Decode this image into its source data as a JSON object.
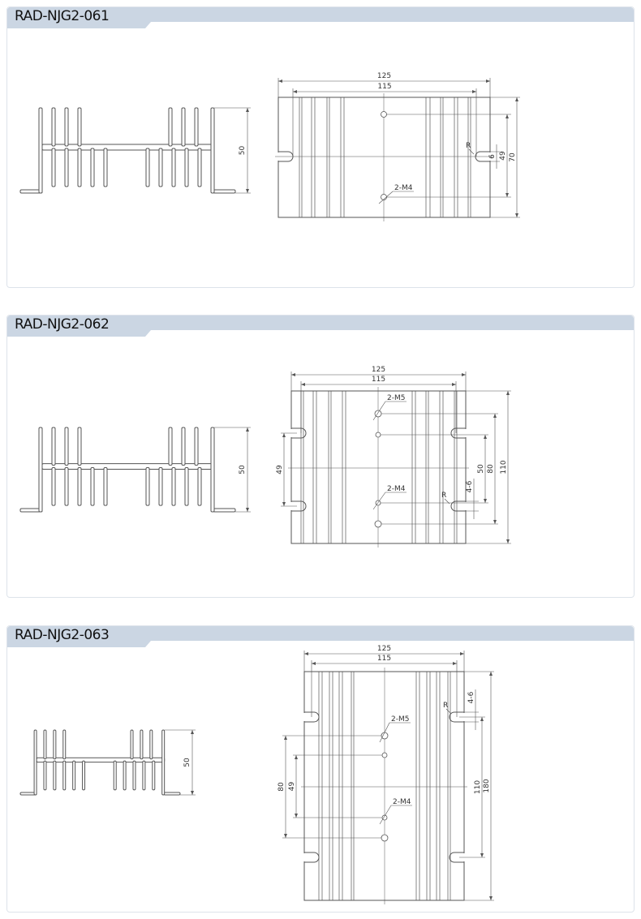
{
  "sections": [
    {
      "title": "RAD-NJG2-061",
      "profile_height": "50",
      "width_outer": "125",
      "width_inner": "115",
      "dims": [
        "70",
        "49",
        "6"
      ],
      "radius": "R",
      "holes": [
        "2-M4"
      ]
    },
    {
      "title": "RAD-NJG2-062",
      "profile_height": "50",
      "width_outer": "125",
      "width_inner": "115",
      "dims": [
        "110",
        "80",
        "50",
        "4-6",
        "49"
      ],
      "radius": "R",
      "holes": [
        "2-M5",
        "2-M4"
      ]
    },
    {
      "title": "RAD-NJG2-063",
      "profile_height": "50",
      "width_outer": "125",
      "width_inner": "115",
      "dims": [
        "180",
        "110",
        "4-6",
        "80",
        "49"
      ],
      "radius": "R",
      "holes": [
        "2-M5",
        "2-M4"
      ]
    }
  ],
  "colors": {
    "header": "#cbd6e3",
    "line": "#555555"
  }
}
